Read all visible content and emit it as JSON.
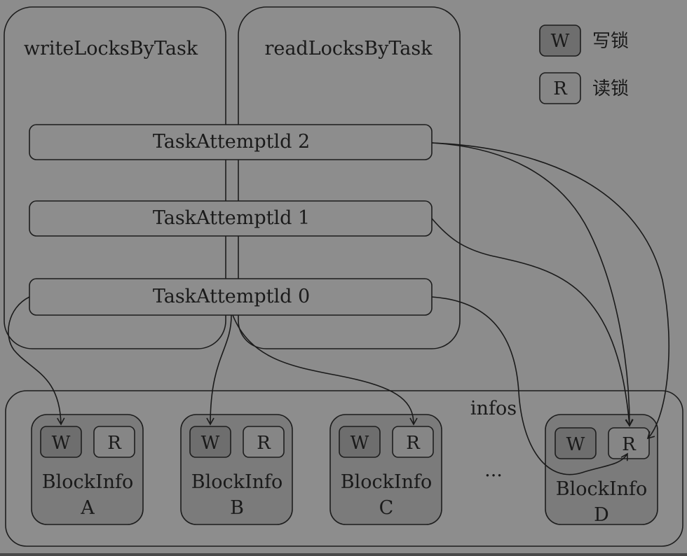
{
  "maps": {
    "write_title": "writeLocksByTask",
    "read_title": "readLocksByTask"
  },
  "legend": {
    "write_glyph": "W",
    "write_label": "写锁",
    "read_glyph": "R",
    "read_label": "读锁"
  },
  "tasks": [
    "TaskAttemptld 2",
    "TaskAttemptld 1",
    "TaskAttemptld 0"
  ],
  "infos": {
    "label": "infos",
    "ellipsis": "...",
    "blocks": [
      {
        "w": "W",
        "r": "R",
        "title": "BlockInfo",
        "id": "A"
      },
      {
        "w": "W",
        "r": "R",
        "title": "BlockInfo",
        "id": "B"
      },
      {
        "w": "W",
        "r": "R",
        "title": "BlockInfo",
        "id": "C"
      },
      {
        "w": "W",
        "r": "R",
        "title": "BlockInfo",
        "id": "D"
      }
    ]
  }
}
